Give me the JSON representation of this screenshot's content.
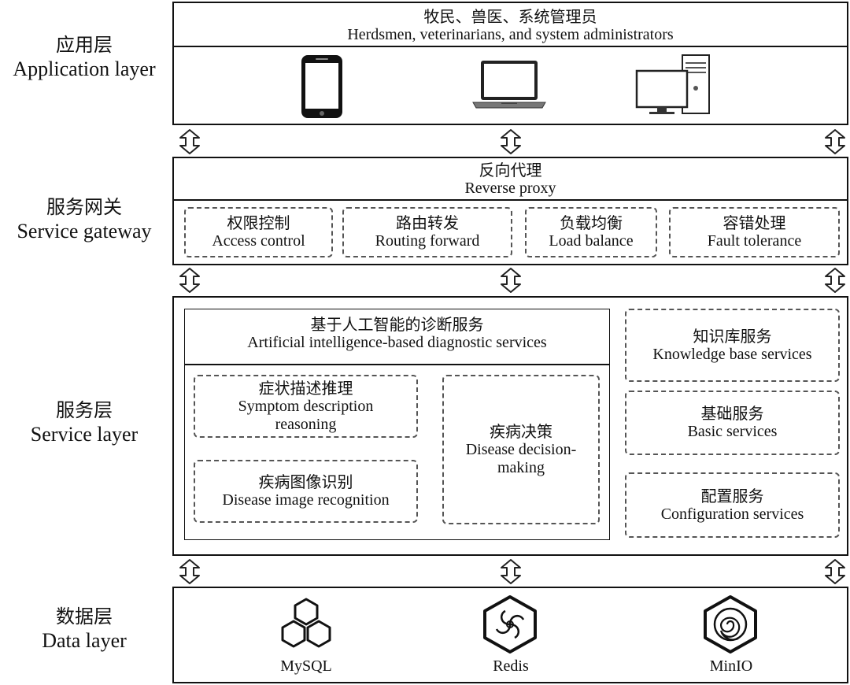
{
  "layers": {
    "application": {
      "zh": "应用层",
      "en": "Application layer"
    },
    "gateway": {
      "zh": "服务网关",
      "en": "Service gateway"
    },
    "service": {
      "zh": "服务层",
      "en": "Service layer"
    },
    "data": {
      "zh": "数据层",
      "en": "Data layer"
    }
  },
  "application": {
    "title_zh": "牧民、兽医、系统管理员",
    "title_en": "Herdsmen, veterinarians, and system administrators",
    "devices": [
      "phone-icon",
      "laptop-icon",
      "desktop-computer-icon"
    ]
  },
  "gateway": {
    "proxy_zh": "反向代理",
    "proxy_en": "Reverse proxy",
    "items": [
      {
        "zh": "权限控制",
        "en": "Access control"
      },
      {
        "zh": "路由转发",
        "en": "Routing forward"
      },
      {
        "zh": "负载均衡",
        "en": "Load balance"
      },
      {
        "zh": "容错处理",
        "en": "Fault tolerance"
      }
    ]
  },
  "service": {
    "ai_zh": "基于人工智能的诊断服务",
    "ai_en": "Artificial intelligence-based diagnostic services",
    "symptom_zh": "症状描述推理",
    "symptom_en_1": "Symptom description",
    "symptom_en_2": "reasoning",
    "image_zh": "疾病图像识别",
    "image_en": "Disease image recognition",
    "decision_zh": "疾病决策",
    "decision_en_1": "Disease decision-",
    "decision_en_2": "making",
    "knowledge_zh": "知识库服务",
    "knowledge_en": "Knowledge base services",
    "basic_zh": "基础服务",
    "basic_en": "Basic services",
    "config_zh": "配置服务",
    "config_en": "Configuration services"
  },
  "data": {
    "stores": [
      "MySQL",
      "Redis",
      "MinIO"
    ]
  }
}
